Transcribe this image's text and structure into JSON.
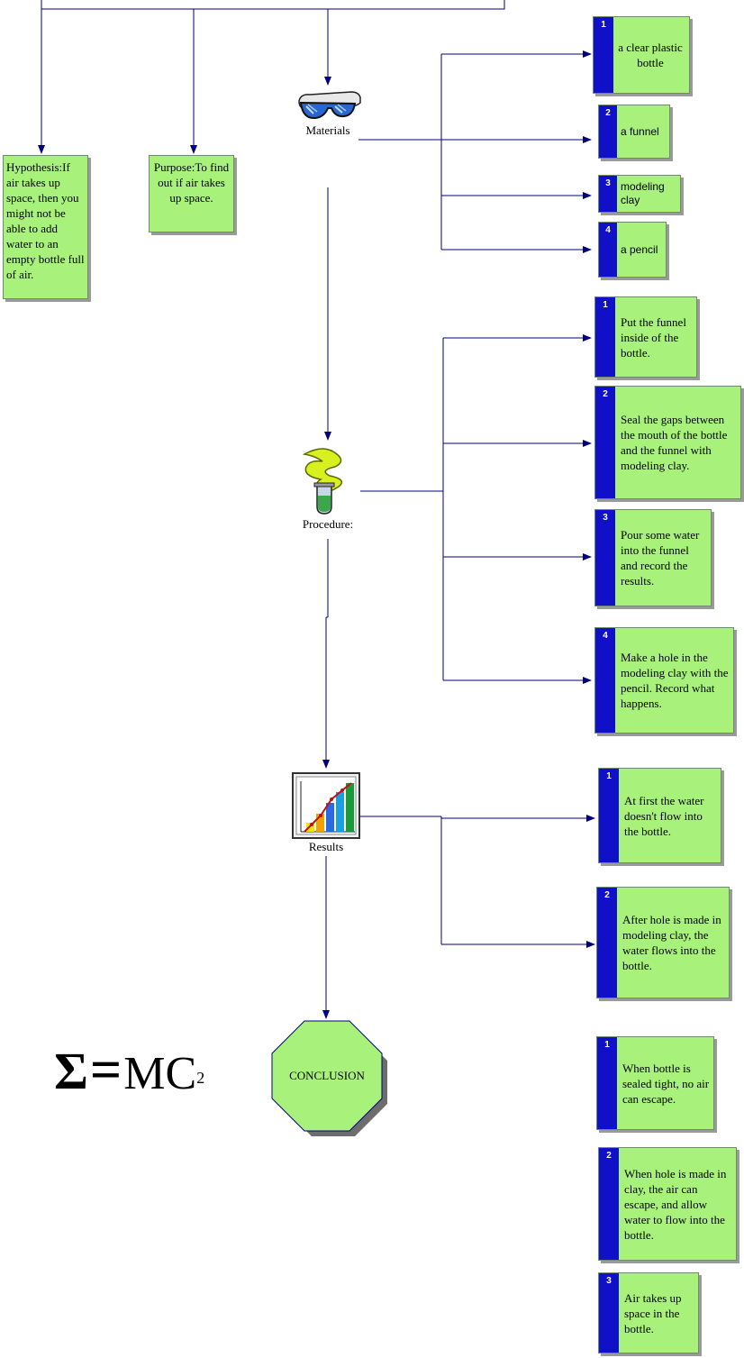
{
  "colors": {
    "box_fill": "#a8f27c",
    "number_band": "#1010c8",
    "connector": "#000080"
  },
  "hypothesis": "Hypothesis:If air takes up space, then you might not be able to add water to an empty bottle full of air.",
  "purpose": "Purpose:To find out if air takes up space.",
  "sections": {
    "materials": {
      "label": "Materials",
      "icon": "goggles-icon"
    },
    "procedure": {
      "label": "Procedure:",
      "icon": "chemistry-flask-icon"
    },
    "results": {
      "label": "Results",
      "icon": "bar-chart-icon"
    },
    "conclusion": {
      "label": "CONCLUSION",
      "icon": "octagon-shape"
    }
  },
  "materials": [
    {
      "n": "1",
      "text": "a clear plastic bottle"
    },
    {
      "n": "2",
      "text": "a funnel"
    },
    {
      "n": "3",
      "text": "modeling clay"
    },
    {
      "n": "4",
      "text": "a pencil"
    }
  ],
  "procedure": [
    {
      "n": "1",
      "text": "Put the funnel inside of the bottle."
    },
    {
      "n": "2",
      "text": "Seal the gaps between the mouth of the bottle and the funnel with modeling clay."
    },
    {
      "n": "3",
      "text": "Pour some water into the funnel and record the results."
    },
    {
      "n": "4",
      "text": "Make a hole in the modeling clay with the pencil. Record what happens."
    }
  ],
  "results": [
    {
      "n": "1",
      "text": "At first the water doesn't flow into the bottle."
    },
    {
      "n": "2",
      "text": "After hole is made in modeling clay, the water flows into the bottle."
    }
  ],
  "conclusion": [
    {
      "n": "1",
      "text": "When bottle is sealed tight, no air can escape."
    },
    {
      "n": "2",
      "text": "When hole is made in clay, the air can escape, and allow water to flow into the bottle."
    },
    {
      "n": "3",
      "text": "Air takes up space in the bottle."
    }
  ],
  "formula": {
    "sigma": "Σ",
    "equals": "=",
    "mc": "MC",
    "exp": "2"
  }
}
